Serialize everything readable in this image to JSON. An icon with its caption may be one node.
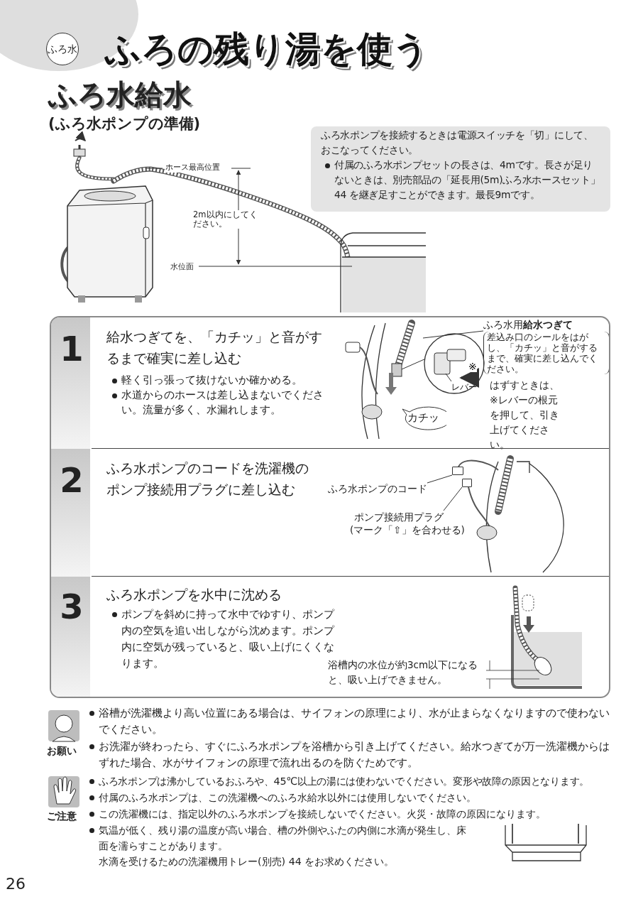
{
  "diagram": {
    "title": "ふろの残り湯を使う",
    "nodes": [
      {
        "text": [
          "ふろ水"
        ]
      },
      {
        "text": [
          "ふろ水ポンプを接続するときは電源スイッチを「切」にして、おこなってください。",
          "付属のふろ水ポンプセットの長さは、4mです。長さが足りないときは、別売部品の「延長用(5m)ふろ水ホースセット」44 を継ぎ足すことができます。最長9mです。"
        ]
      },
      {
        "text": [
          "1",
          "給水つぎてを、「カチッ」と音がするまで確実に差し込む",
          "軽く引っ張って抜けないか確かめる。",
          "水道からのホースは差し込まないでください。流量が多く、水漏れします。"
        ]
      },
      {
        "text": [
          "ふろ水用**給水つぎて**",
          "差込み口のシールをはがし、「カチッ」と音がするまで、確実に差し込んでください。"
        ],
        "in": 2
      },
      {
        "text": [
          "レバー"
        ],
        "in": 2
      },
      {
        "text": [
          "カチッ"
        ],
        "in": 2
      },
      {
        "text": [
          "2",
          "ふろ水ポンプのコードを洗濯機のポンプ接続用プラグに差し込む"
        ]
      },
      {
        "text": [
          "ふろ水ポンプのコード"
        ],
        "in": 6
      },
      {
        "text": [
          "ポンプ接続用プラグ",
          "(マーク「⇧」を合わせる)"
        ],
        "in": 6
      },
      {
        "text": [
          "3",
          "ふろ水ポンプを水中に沈める",
          "ポンプを斜めに持って水中でゆすり、ポンプ内の空気を追い出しながら沈めます。ポンプ内に空気が残っていると、吸い上げにくくなります。"
        ]
      },
      {
        "text": [],
        "shape": "box",
        "in": 6
      },
      {
        "text": [],
        "shape": "box",
        "in": 6
      }
    ],
    "edges": [
      {
        "from": 3,
        "to": null,
        "arrow": "none"
      },
      {
        "from": 4,
        "to": null,
        "arrow": "none"
      },
      {
        "from": 7,
        "to": 10,
        "arrow": "none"
      },
      {
        "from": 8,
        "to": 11,
        "arrow": "none"
      }
    ],
    "labels": [
      "ふろ水給水",
      "(ふろ水ポンプの準備)",
      "ホース最高位置",
      "2m以内にしてください。",
      "水位面",
      "※",
      "はずすときは、※レバーの根元を押して、引き上げてください。",
      "浴槽内の水位が約3cm以下になると、吸い上げできません。",
      "お願い",
      "浴槽が洗濯機より高い位置にある場合は、サイフォンの原理により、水が止まらなくなりますので使わないでください。",
      "お洗濯が終わったら、すぐにふろ水ポンプを浴槽から引き上げてください。給水つぎてが万一洗濯機からはずれた場合、水がサイフォンの原理で流れ出るのを防ぐためです。",
      "ご注意",
      "ふろ水ポンプは沸かしているおふろや、45℃以上の湯には使わないでください。変形や故障の原因となります。",
      "付属のふろ水ポンプは、この洗濯機へのふろ水給水以外には使用しないでください。",
      "この洗濯機には、指定以外のふろ水ポンプを接続しないでください。火災・故障の原因になります。",
      "気温が低く、残り湯の温度が高い場合、槽の外側やふたの内側に水滴が発生し、床面を濡らすことがあります。",
      "水滴を受けるための洗濯機用トレー(別売) 44 をお求めください。",
      "26"
    ]
  }
}
